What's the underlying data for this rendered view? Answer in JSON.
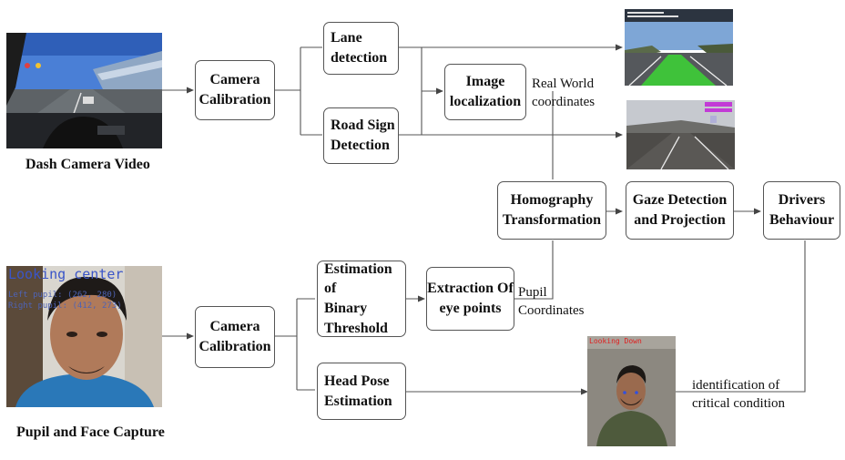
{
  "top_row": {
    "camera_calibration": "Camera\nCalibration",
    "lane_detection": "Lane\ndetection",
    "road_sign_detection": "Road Sign\nDetection",
    "image_localization": "Image\nlocalization",
    "real_world_label": "Real World\ncoordinates",
    "dash_camera_caption": "Dash Camera Video"
  },
  "middle_row": {
    "homography": "Homography\nTransformation",
    "gaze_detection": "Gaze Detection\nand Projection",
    "drivers_behaviour": "Drivers\nBehaviour"
  },
  "bottom_row": {
    "camera_calibration": "Camera\nCalibration",
    "binary_threshold": "Estimation of\nBinary\nThreshold",
    "extraction_eye_points": "Extraction Of\neye points",
    "pupil_label": "Pupil\nCoordinates",
    "head_pose": "Head Pose\nEstimation",
    "critical_label": "identification of\ncritical condition",
    "face_caption": "Pupil and Face Capture"
  },
  "images": {
    "face_overlay_title": "Looking center",
    "face_overlay_left": "Left pupil: (262, 280)",
    "face_overlay_right": "Right pupil: (412, 273)",
    "driver_overlay": "Looking Down"
  }
}
